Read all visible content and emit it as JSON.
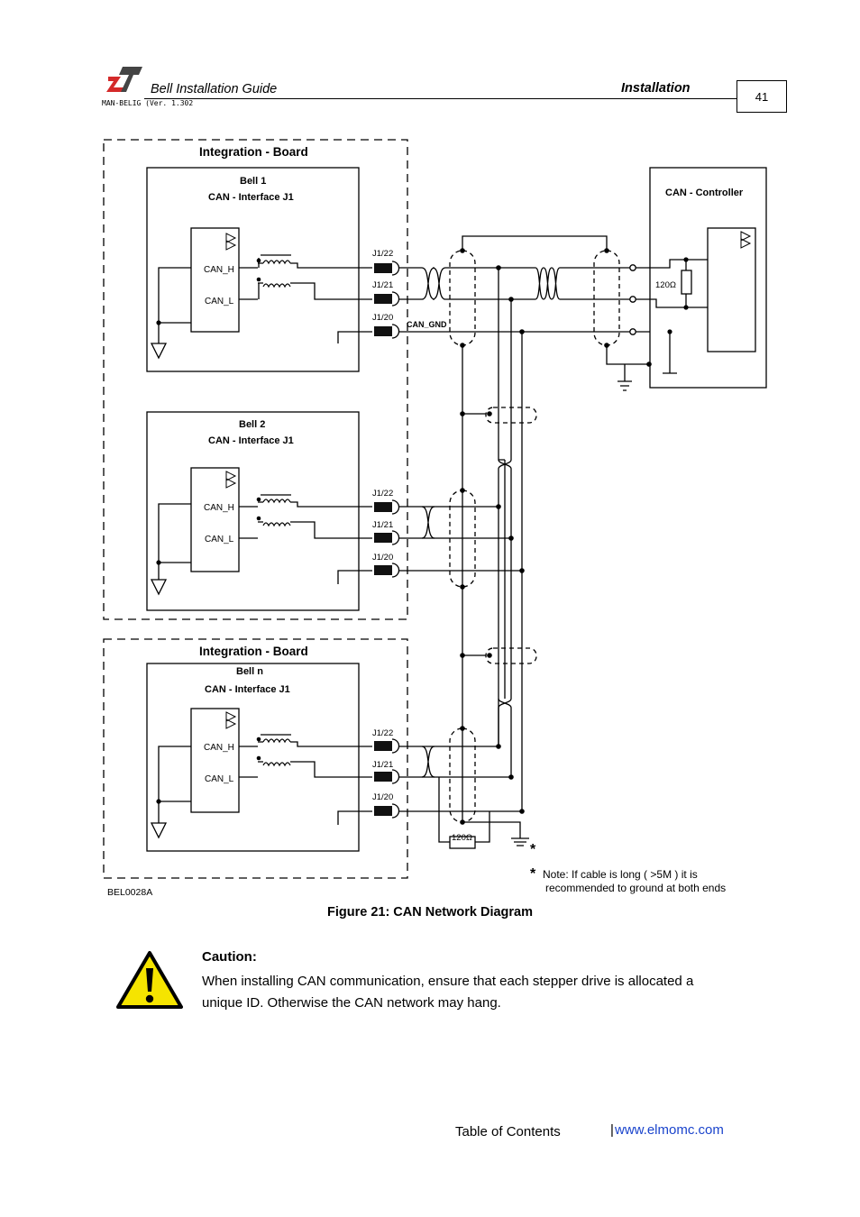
{
  "header": {
    "doc_title": "Bell Installation Guide",
    "doc_version": "MAN-BELIG (Ver. 1.302",
    "section": "Installation",
    "page_number": "41",
    "logo_icon": "elmo-logo-icon"
  },
  "diagram": {
    "board1_title": "Integration - Board",
    "board2_title": "Integration - Board",
    "drive1": "Bell 1",
    "drive2": "Bell 2",
    "driven": "Bell n",
    "interface": "CAN -  Interface J1",
    "can_h": "CAN_H",
    "can_l": "CAN_L",
    "j1_22": "J1/22",
    "j1_21": "J1/21",
    "j1_20": "J1/20",
    "can_gnd": "CAN_GND",
    "controller": "CAN -  Controller",
    "resistor": "120Ω",
    "asterisk": "*",
    "note_line1": "Note: If cable is long ( >5M ) it is",
    "note_line2": "recommended to ground at both ends",
    "figure_code": "BEL0028A"
  },
  "figure_caption": "Figure 21: CAN Network Diagram",
  "caution": {
    "icon": "warning-icon",
    "title": "Caution:",
    "text": "When installing CAN communication, ensure that each stepper drive is allocated a unique ID. Otherwise the CAN network may hang."
  },
  "footer": {
    "toc": "Table of Contents",
    "separator": "|",
    "website": "www.elmomc.com"
  },
  "colors": {
    "logo_red": "#d42a2a",
    "logo_dark": "#444444",
    "link_blue": "#1a44cc",
    "warning_yellow": "#f5e400"
  }
}
